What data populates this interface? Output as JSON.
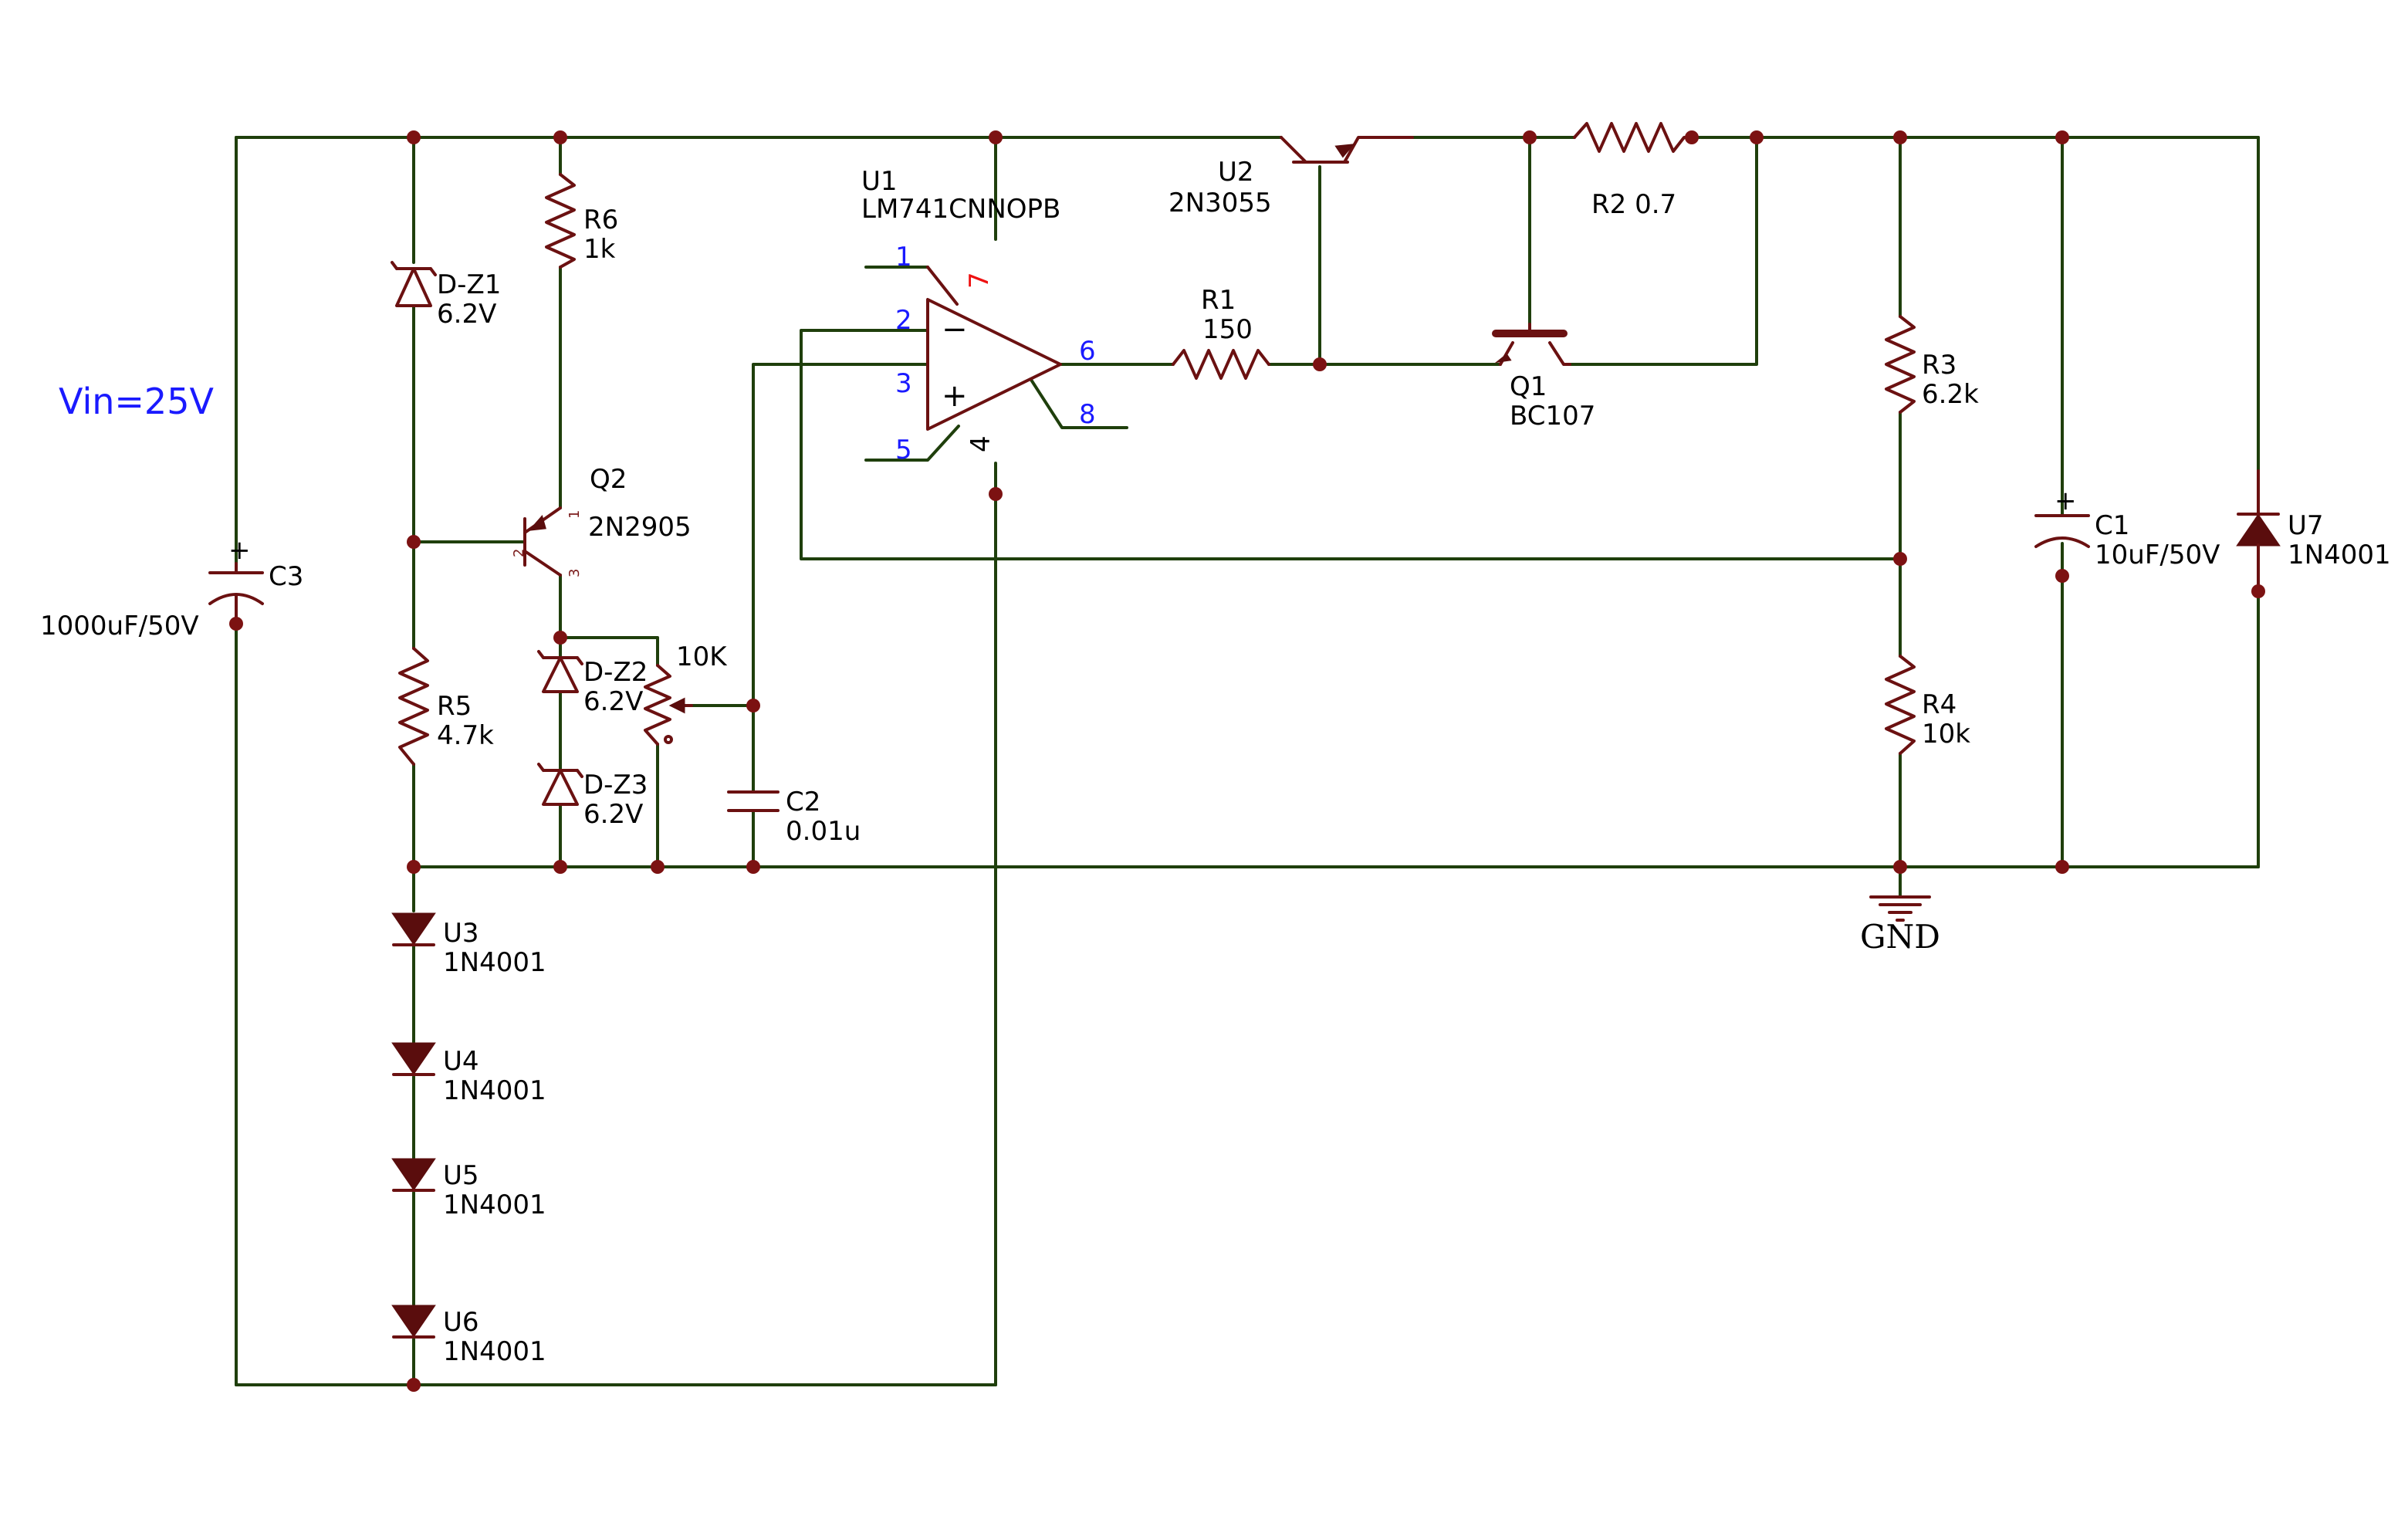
{
  "input": {
    "label": "Vin=25V"
  },
  "colors": {
    "wire": "#1f3f0c",
    "component": "#6b1111",
    "junction": "#7c1212",
    "pin_number": "#1a1aff",
    "power_pin": "#ee1111"
  },
  "components": {
    "u1": {
      "ref": "U1",
      "value": "LM741CNNOPB",
      "pins": {
        "p1": "1",
        "p2": "2",
        "p3": "3",
        "p4": "4",
        "p5": "5",
        "p6": "6",
        "p7": "7",
        "p8": "8"
      },
      "signs": {
        "minus": "−",
        "plus": "+"
      }
    },
    "u2": {
      "ref": "U2",
      "value": "2N3055"
    },
    "q1": {
      "ref": "Q1",
      "value": "BC107"
    },
    "q2": {
      "ref": "Q2",
      "value": "2N2905",
      "pins": {
        "p1": "1",
        "p2": "2",
        "p3": "3"
      }
    },
    "r1": {
      "ref": "R1",
      "value": "150"
    },
    "r2": {
      "label": "R2 0.7"
    },
    "r3": {
      "ref": "R3",
      "value": "6.2k"
    },
    "r4": {
      "ref": "R4",
      "value": "10k"
    },
    "r5": {
      "ref": "R5",
      "value": "4.7k"
    },
    "r6": {
      "ref": "R6",
      "value": "1k"
    },
    "pot": {
      "value": "10K"
    },
    "c1": {
      "ref": "C1",
      "value": "10uF/50V",
      "polarity": "+"
    },
    "c2": {
      "ref": "C2",
      "value": "0.01u"
    },
    "c3": {
      "ref": "C3",
      "value": "1000uF/50V",
      "polarity": "+"
    },
    "dz1": {
      "ref": "D-Z1",
      "value": "6.2V"
    },
    "dz2": {
      "ref": "D-Z2",
      "value": "6.2V"
    },
    "dz3": {
      "ref": "D-Z3",
      "value": "6.2V"
    },
    "u3": {
      "ref": "U3",
      "value": "1N4001"
    },
    "u4": {
      "ref": "U4",
      "value": "1N4001"
    },
    "u5": {
      "ref": "U5",
      "value": "1N4001"
    },
    "u6": {
      "ref": "U6",
      "value": "1N4001"
    },
    "u7": {
      "ref": "U7",
      "value": "1N4001"
    }
  },
  "ground": {
    "label": "GND"
  }
}
